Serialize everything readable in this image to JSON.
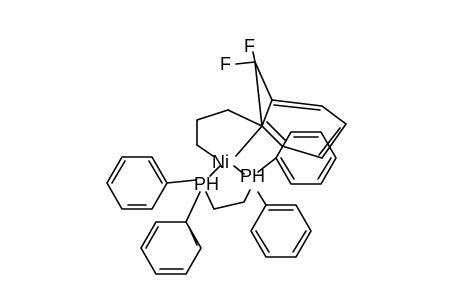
{
  "atoms": {
    "f_top": "F",
    "f_left": "F",
    "ni": "Ni",
    "p_left": "PH",
    "p_right": "PH"
  }
}
